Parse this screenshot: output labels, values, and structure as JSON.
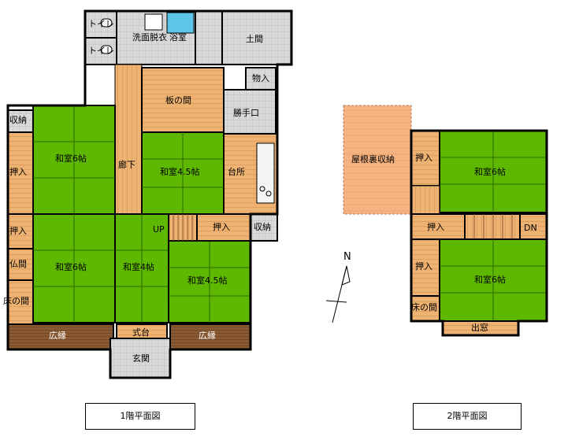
{
  "floor1": {
    "caption": "1階平面図",
    "rooms": {
      "toilet1": "トイレ",
      "toilet2": "トイレ",
      "washroom": "洗面脱衣",
      "bath": "浴室",
      "doma": "土間",
      "storage_mono": "物入",
      "itanoma": "板の間",
      "katteguchi": "勝手口",
      "shuno_tl": "収納",
      "oshiire_l1": "押入",
      "washitsu_6a": "和室6帖",
      "rouka": "廊下",
      "washitsu_45a": "和室4.5帖",
      "daidokoro": "台所",
      "oshiire_l2": "押入",
      "up": "UP",
      "oshiire_c": "押入",
      "shuno_r": "収納",
      "butsuma": "仏間",
      "washitsu_6b": "和室6帖",
      "washitsu_4": "和室4帖",
      "washitsu_45b": "和室4.5帖",
      "tokonoma": "床の間",
      "hiroen_l": "広縁",
      "shikidai": "式台",
      "hiroen_r": "広縁",
      "genkan": "玄関"
    }
  },
  "floor2": {
    "caption": "2階平面図",
    "rooms": {
      "yaneura": "屋根裏収納",
      "oshiire_1": "押入",
      "washitsu_6a": "和室6帖",
      "oshiire_2": "押入",
      "dn": "DN",
      "oshiire_3": "押入",
      "washitsu_6b": "和室6帖",
      "tokonoma": "床の間",
      "demado": "出窓"
    }
  },
  "compass": {
    "north": "N"
  },
  "colors": {
    "tatami": "#5fb800",
    "tatami_line": "#2f6a00",
    "wood": "#f0b070",
    "wood_dark": "#8a5a32",
    "tile": "#d6d6d6",
    "wall": "#000000",
    "attic": "#f4b380"
  }
}
